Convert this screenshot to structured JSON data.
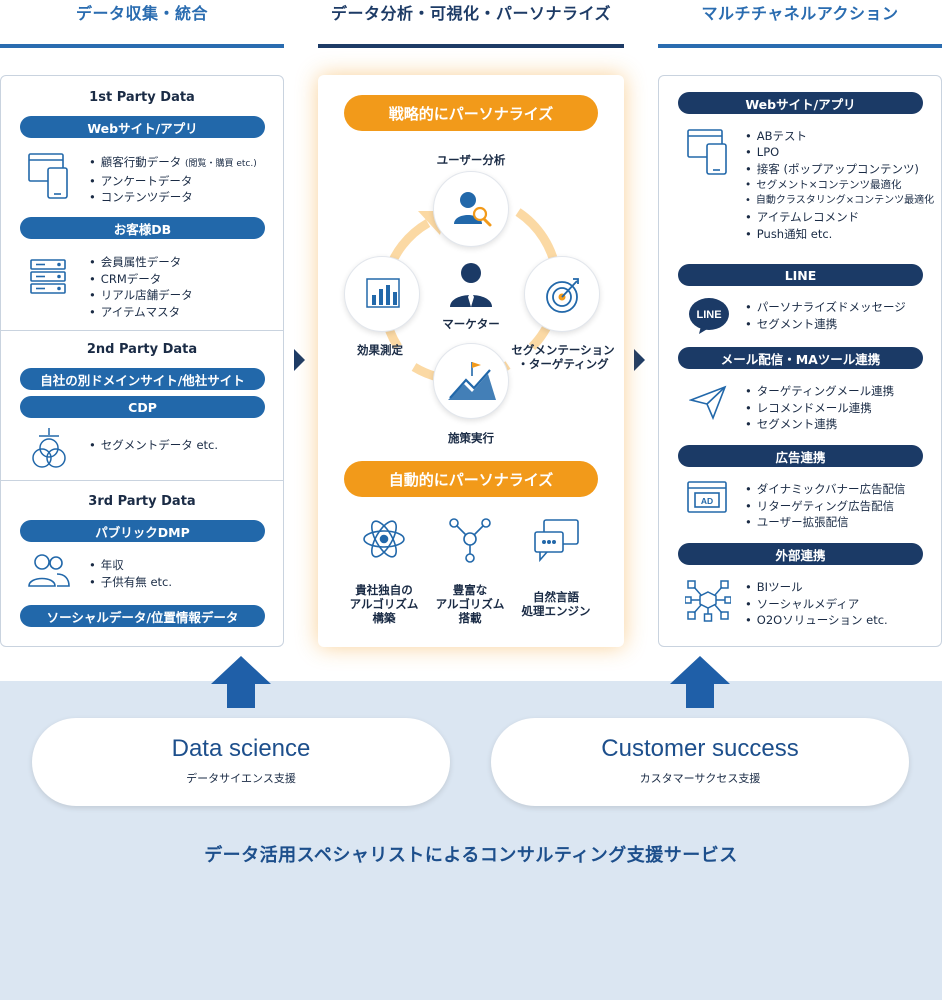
{
  "columns": {
    "left": {
      "title": "データ収集・統合"
    },
    "center": {
      "title": "データ分析・可視化・パーソナライズ"
    },
    "right": {
      "title": "マルチチャネルアクション"
    }
  },
  "left_panel": {
    "first_party": {
      "title": "1st Party Data",
      "web_pill": "Webサイト/アプリ",
      "web_items": [
        "顧客行動データ",
        "アンケートデータ",
        "コンテンツデータ"
      ],
      "web_item_note": "(閲覧・購買 etc.)",
      "db_pill": "お客様DB",
      "db_items": [
        "会員属性データ",
        "CRMデータ",
        "リアル店舗データ",
        "アイテムマスタ"
      ]
    },
    "second_party": {
      "title": "2nd Party Data",
      "pill1": "自社の別ドメインサイト/他社サイト",
      "pill2": "CDP",
      "items": [
        "セグメントデータ etc."
      ]
    },
    "third_party": {
      "title": "3rd Party Data",
      "pill1": "パブリックDMP",
      "items": [
        "年収",
        "子供有無 etc."
      ],
      "pill2": "ソーシャルデータ/位置情報データ"
    }
  },
  "center_panel": {
    "strategic_pill": "戦略的にパーソナライズ",
    "cycle": {
      "top": "ユーザー分析",
      "right": "セグメンテーション\n・ターゲティング",
      "bottom": "施策実行",
      "left": "効果測定",
      "center": "マーケター"
    },
    "auto_pill": "自動的にパーソナライズ",
    "features": [
      "貴社独自の\nアルゴリズム\n構築",
      "豊富な\nアルゴリズム\n搭載",
      "自然言語\n処理エンジン"
    ]
  },
  "right_panel": {
    "web": {
      "pill": "Webサイト/アプリ",
      "items": [
        "ABテスト",
        "LPO",
        "接客 (ポップアップコンテンツ)",
        "セグメント×コンテンツ最適化",
        "自動クラスタリング×コンテンツ最適化",
        "アイテムレコメンド",
        "Push通知 etc."
      ]
    },
    "line": {
      "pill": "LINE",
      "logo_text": "LINE",
      "items": [
        "パーソナライズドメッセージ",
        "セグメント連携"
      ]
    },
    "mail": {
      "pill": "メール配信・MAツール連携",
      "items": [
        "ターゲティングメール連携",
        "レコメンドメール連携",
        "セグメント連携"
      ]
    },
    "ads": {
      "pill": "広告連携",
      "ad_text": "AD",
      "items": [
        "ダイナミックバナー広告配信",
        "リターゲティング広告配信",
        "ユーザー拡張配信"
      ]
    },
    "external": {
      "pill": "外部連携",
      "items": [
        "BIツール",
        "ソーシャルメディア",
        "O2Oソリューション etc."
      ]
    }
  },
  "bottom": {
    "data_science": {
      "title": "Data science",
      "subtitle": "データサイエンス支援"
    },
    "customer_success": {
      "title": "Customer success",
      "subtitle": "カスタマーサクセス支援"
    },
    "footer": "データ活用スペシャリストによるコンサルティング支援サービス"
  },
  "colors": {
    "primary_blue": "#2268aa",
    "navy": "#1b3a66",
    "orange": "#f29a1a",
    "light_orange": "#fbd9a4",
    "bottom_bg": "#dbe6f2"
  }
}
